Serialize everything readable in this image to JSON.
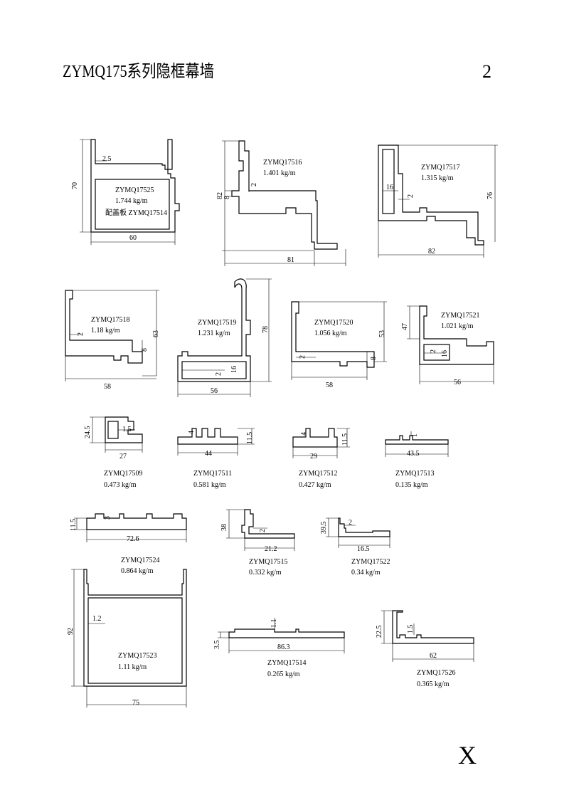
{
  "page": {
    "title": "ZYMQ175系列隐框幕墙",
    "page_number": "2",
    "corner_mark": "X"
  },
  "profiles": [
    {
      "id": "p25",
      "code": "ZYMQ17525",
      "weight": "1.744 kg/m",
      "extra": "配盖板 ZYMQ17514",
      "dims": [
        "70",
        "60",
        "2.5"
      ]
    },
    {
      "id": "p16",
      "code": "ZYMQ17516",
      "weight": "1.401 kg/m",
      "dims": [
        "82",
        "81",
        "8",
        "2"
      ]
    },
    {
      "id": "p17",
      "code": "ZYMQ17517",
      "weight": "1.315 kg/m",
      "dims": [
        "76",
        "82",
        "16",
        "2"
      ]
    },
    {
      "id": "p18",
      "code": "ZYMQ17518",
      "weight": "1.18 kg/m",
      "dims": [
        "63",
        "58",
        "2",
        "8"
      ]
    },
    {
      "id": "p19",
      "code": "ZYMQ17519",
      "weight": "1.231 kg/m",
      "dims": [
        "78",
        "56",
        "2",
        "16"
      ]
    },
    {
      "id": "p20",
      "code": "ZYMQ17520",
      "weight": "1.056 kg/m",
      "dims": [
        "53",
        "58",
        "2",
        "8"
      ]
    },
    {
      "id": "p21",
      "code": "ZYMQ17521",
      "weight": "1.021 kg/m",
      "dims": [
        "47",
        "56",
        "2",
        "16"
      ]
    },
    {
      "id": "p09",
      "code": "ZYMQ17509",
      "weight": "0.473 kg/m",
      "dims": [
        "24.5",
        "27",
        "1.5"
      ]
    },
    {
      "id": "p11",
      "code": "ZYMQ17511",
      "weight": "0.581 kg/m",
      "dims": [
        "44",
        "11.5",
        "4"
      ]
    },
    {
      "id": "p12",
      "code": "ZYMQ17512",
      "weight": "0.427 kg/m",
      "dims": [
        "29",
        "11.5",
        "4"
      ]
    },
    {
      "id": "p13",
      "code": "ZYMQ17513",
      "weight": "0.135 kg/m",
      "dims": [
        "43.5",
        "1"
      ]
    },
    {
      "id": "p24",
      "code": "ZYMQ17524",
      "weight": "0.864 kg/m",
      "dims": [
        "72.6",
        "11.5",
        "3"
      ]
    },
    {
      "id": "p15",
      "code": "ZYMQ17515",
      "weight": "0.332 kg/m",
      "dims": [
        "38",
        "21.2",
        "2"
      ]
    },
    {
      "id": "p22",
      "code": "ZYMQ17522",
      "weight": "0.34 kg/m",
      "dims": [
        "39.5",
        "16.5",
        "2"
      ]
    },
    {
      "id": "p23",
      "code": "ZYMQ17523",
      "weight": "1.11 kg/m",
      "dims": [
        "92",
        "75",
        "1.2"
      ]
    },
    {
      "id": "p14",
      "code": "ZYMQ17514",
      "weight": "0.265 kg/m",
      "dims": [
        "86.3",
        "3.5",
        "1.1"
      ]
    },
    {
      "id": "p26",
      "code": "ZYMQ17526",
      "weight": "0.365 kg/m",
      "dims": [
        "62",
        "22.5",
        "1.5"
      ]
    }
  ]
}
